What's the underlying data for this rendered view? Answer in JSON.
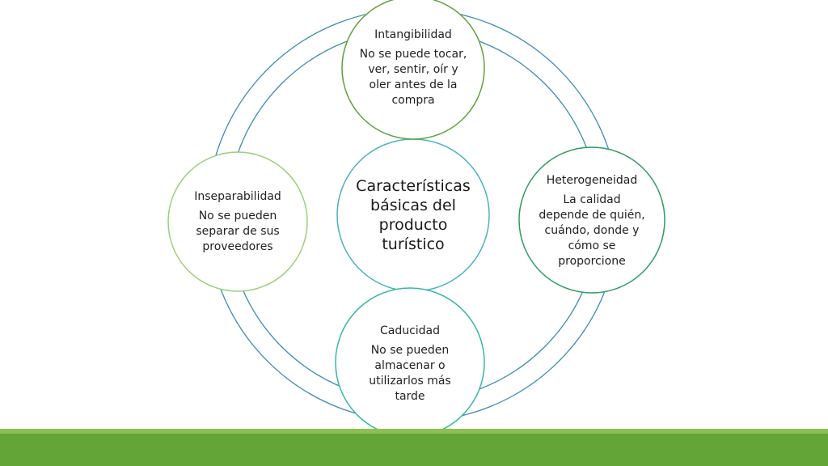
{
  "diagram": {
    "center": {
      "text": "Características básicas del producto turístico",
      "color": "#4ab0c1"
    },
    "ring_color": "#3d8bb5",
    "nodes": [
      {
        "id": "intangibilidad",
        "title": "Intangibilidad",
        "desc": "No se puede tocar, ver, sentir, oír y oler antes de la compra",
        "color": "#5ea13a"
      },
      {
        "id": "heterogeneidad",
        "title": "Heterogeneidad",
        "desc": "La calidad depende de quién, cuándo, donde y cómo se proporcione",
        "color": "#2f9b5e"
      },
      {
        "id": "caducidad",
        "title": "Caducidad",
        "desc": "No se pueden almacenar o utilizarlos más tarde",
        "color": "#38b6a5"
      },
      {
        "id": "inseparabilidad",
        "title": "Inseparabilidad",
        "desc": "No se pueden separar de sus proveedores",
        "color": "#9ad07a"
      }
    ]
  },
  "footer": {
    "color": "#63a537"
  }
}
